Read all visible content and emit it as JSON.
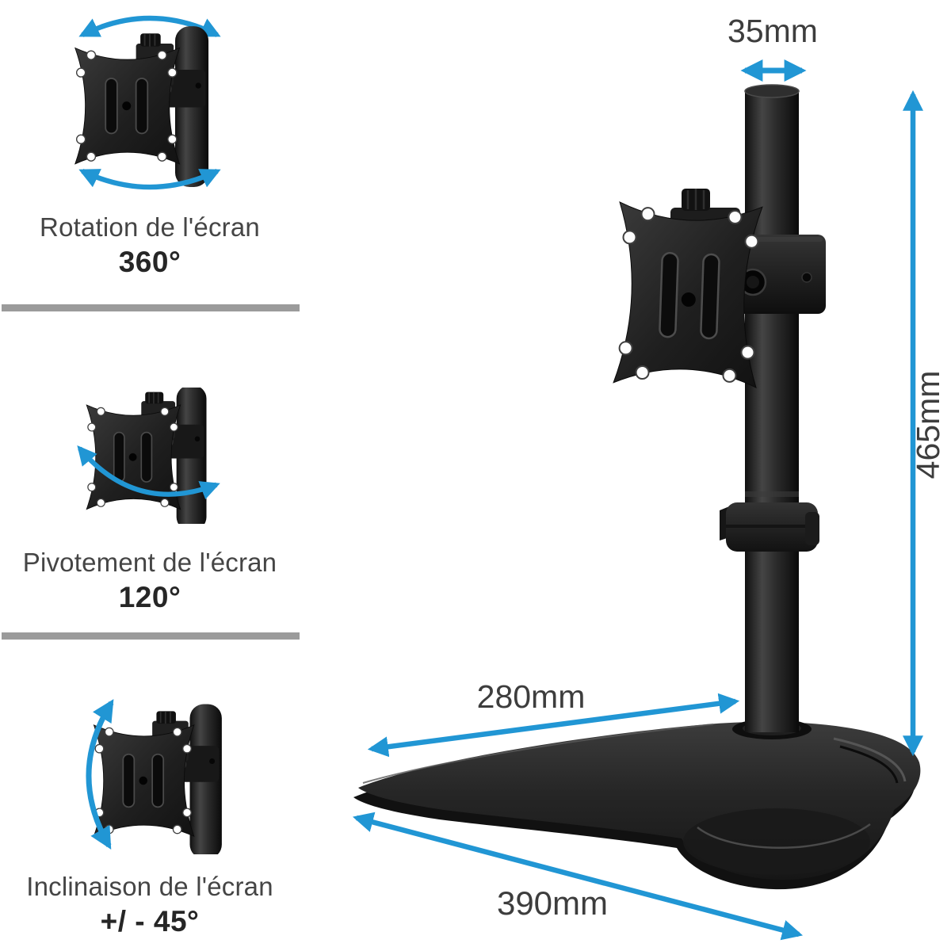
{
  "features": [
    {
      "label": "Rotation de l'écran",
      "value": "360°",
      "icon": "rotation-360-icon"
    },
    {
      "label": "Pivotement de l'écran",
      "value": "120°",
      "icon": "pivot-120-icon"
    },
    {
      "label": "Inclinaison de l'écran",
      "value": "+/ - 45°",
      "icon": "tilt-45-icon"
    }
  ],
  "dimensions": {
    "pole_diameter": "35mm",
    "height": "465mm",
    "base_depth": "280mm",
    "base_width": "390mm"
  },
  "colors": {
    "accent_blue": "#2196d4",
    "divider_gray": "#9b9b9b",
    "label_text": "#3d3d3d",
    "product_black": "#1c1c1c"
  }
}
